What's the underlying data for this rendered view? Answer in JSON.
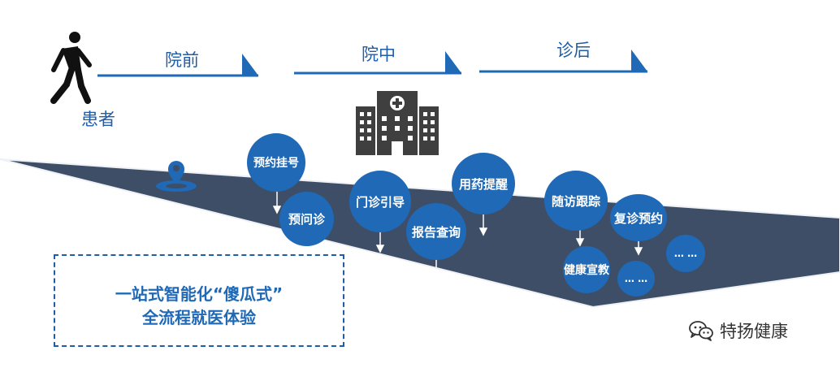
{
  "patient": {
    "label": "患者",
    "icon": "walking-person-icon"
  },
  "phases": [
    {
      "label": "院前"
    },
    {
      "label": "院中"
    },
    {
      "label": "诊后"
    }
  ],
  "steps": [
    {
      "label": "预约挂号"
    },
    {
      "label": "预问诊"
    },
    {
      "label": "门诊引导"
    },
    {
      "label": "报告查询"
    },
    {
      "label": "用药提醒"
    },
    {
      "label": "随访跟踪"
    },
    {
      "label": "复诊预约"
    },
    {
      "label": "健康宣教"
    }
  ],
  "ellipsis": "… …",
  "tagline": {
    "line1": "一站式智能化“傻瓜式”",
    "line2": "全流程就医体验"
  },
  "watermark": {
    "text": "特扬健康",
    "icon": "wechat-icon"
  },
  "colors": {
    "accent": "#1f69b6",
    "road": "#3d4e66",
    "road_edge": "#eef1f5",
    "hospital": "#3f3f3f"
  }
}
